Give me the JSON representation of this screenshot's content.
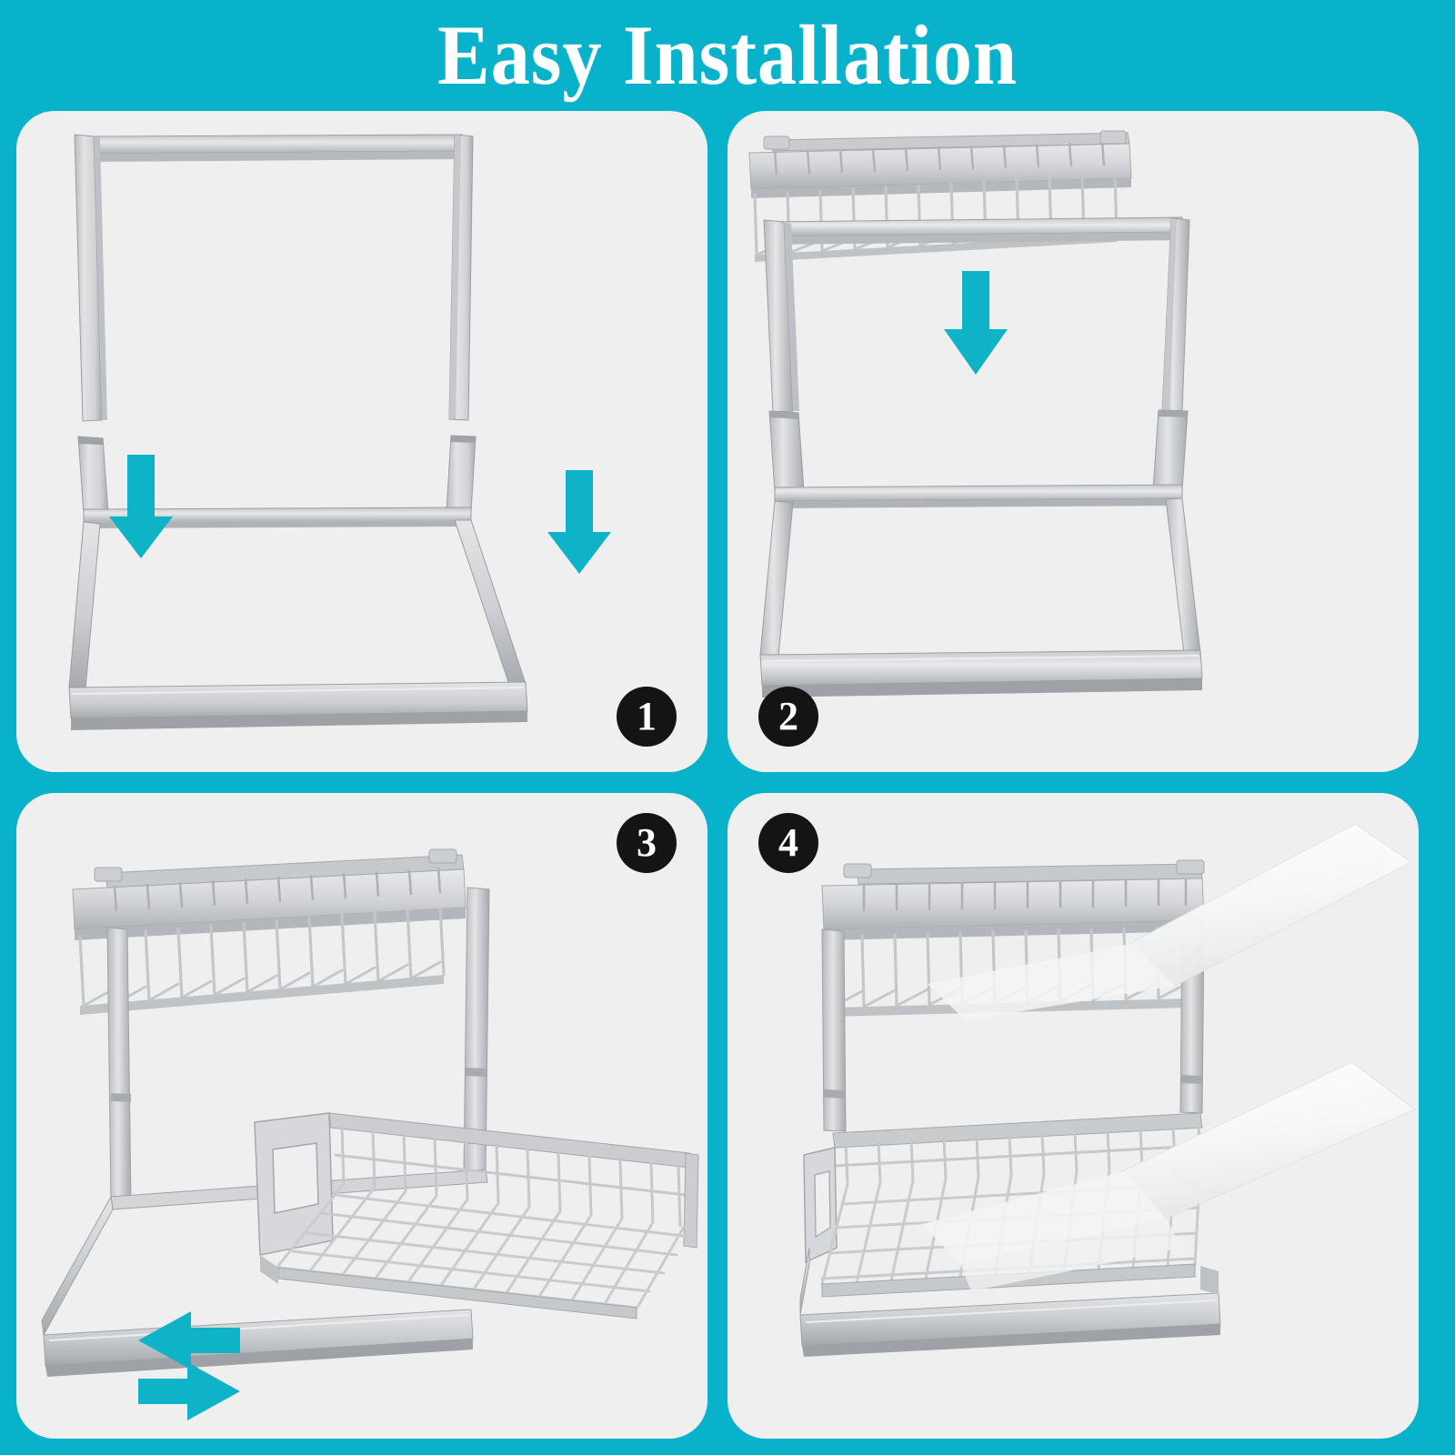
{
  "banner": {
    "title": "Easy Installation",
    "background_color": "#08B2CB",
    "title_color": "#FFFFFF"
  },
  "theme": {
    "panel_background": "#EFEFEF",
    "accent_arrow_color": "#0FB3C8",
    "badge_background": "#141414",
    "badge_text_color": "#FFFFFF",
    "metal_light": "#E3E4E6",
    "metal_mid": "#C8CACD",
    "metal_dark": "#A8ABAF",
    "liner_color": "#FAFAFA"
  },
  "panels": [
    {
      "id": "step-1",
      "badge": "1",
      "badge_position": "bottom-right",
      "step_name": "attach-upright-frame-to-base",
      "arrow_icons": [
        "arrow-down-icon",
        "arrow-down-icon"
      ],
      "arrow_directions": [
        "down",
        "down"
      ],
      "parts": [
        "upright-u-frame",
        "base-frame"
      ]
    },
    {
      "id": "step-2",
      "badge": "2",
      "badge_position": "bottom-left",
      "step_name": "lower-upper-basket-onto-frame",
      "arrow_icons": [
        "arrow-down-icon"
      ],
      "arrow_directions": [
        "down"
      ],
      "parts": [
        "upper-wire-basket",
        "assembled-frame"
      ]
    },
    {
      "id": "step-3",
      "badge": "3",
      "badge_position": "top-right",
      "step_name": "slide-lower-drawer-basket-in-and-out",
      "arrow_icons": [
        "arrow-left-icon",
        "arrow-right-icon"
      ],
      "arrow_directions": [
        "left",
        "right"
      ],
      "parts": [
        "upper-wire-basket",
        "sliding-drawer-basket",
        "base-frame"
      ]
    },
    {
      "id": "step-4",
      "badge": "4",
      "badge_position": "top-left",
      "step_name": "insert-liner-mats-into-baskets",
      "arrow_icons": [],
      "arrow_directions": [],
      "parts": [
        "upper-wire-basket",
        "lower-wire-basket",
        "liner-mat-top",
        "liner-mat-bottom"
      ]
    }
  ]
}
